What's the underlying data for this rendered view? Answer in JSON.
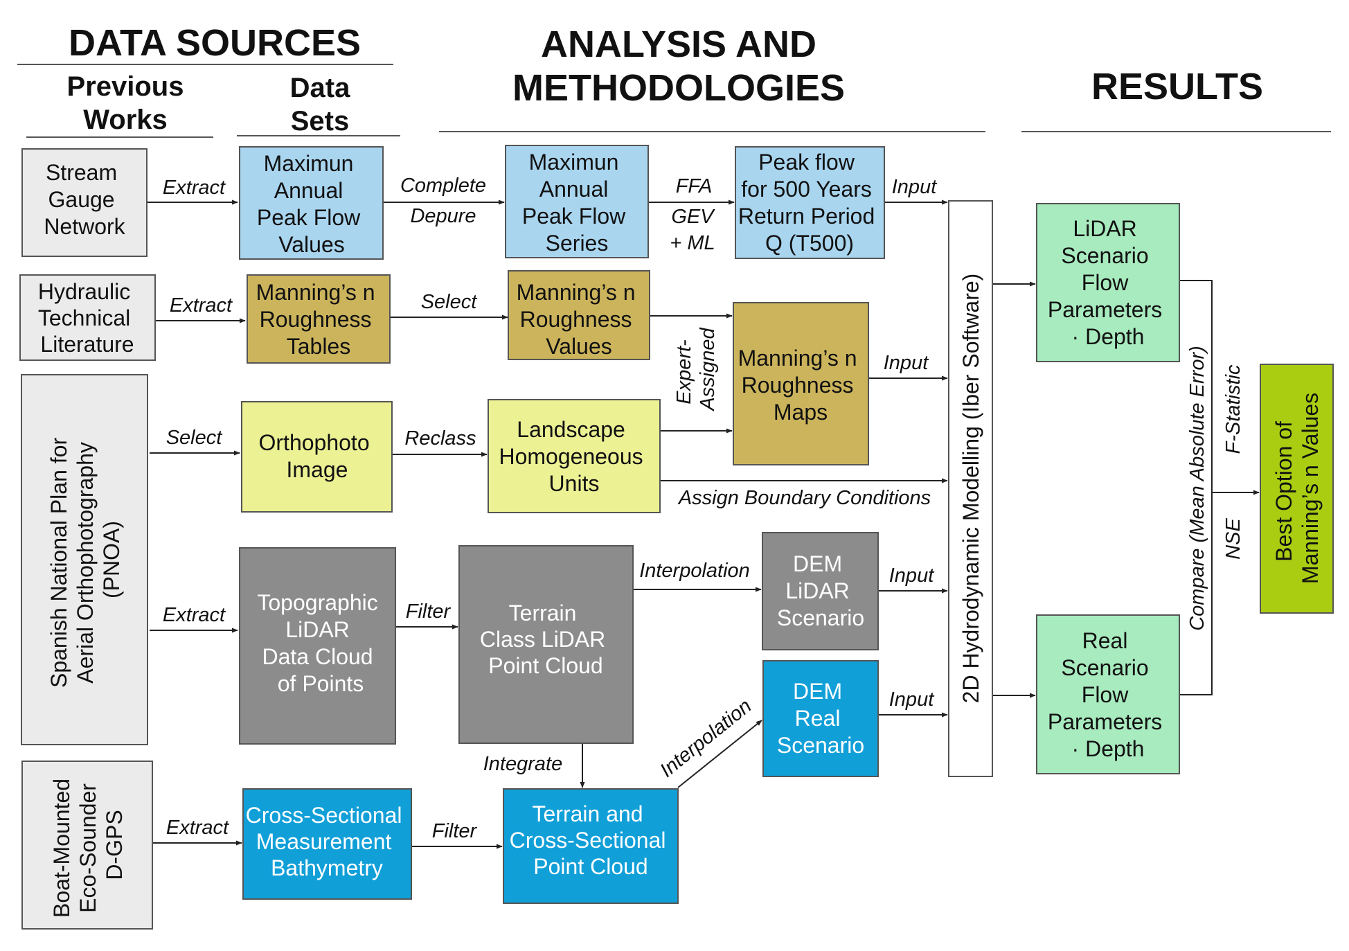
{
  "headers": {
    "data_sources": "DATA SOURCES",
    "previous_works": [
      "Previous",
      "Works"
    ],
    "data_sets": [
      "Data",
      "Sets"
    ],
    "analysis": [
      "ANALYSIS AND",
      "METHODOLOGIES"
    ],
    "results": "RESULTS"
  },
  "colors": {
    "gray_light": "#ebebeb",
    "blue_light": "#a9d5ef",
    "tan": "#ccb45c",
    "yellow": "#ecf194",
    "gray_dark": "#8c8c8c",
    "blue": "#119fd8",
    "green_light": "#a8ebbf",
    "lime": "#aacd12"
  },
  "boxes": {
    "stream_gauge": [
      "Stream",
      "Gauge",
      "Network"
    ],
    "hydraulic_lit": [
      "Hydraulic",
      "Technical",
      "Literature"
    ],
    "pnoa": [
      "Spanish National Plan for",
      "Aerial Orthophotography",
      "(PNOA)"
    ],
    "boat": [
      "Boat-Mounted",
      "Eco-Sounder",
      "D-GPS"
    ],
    "max_values": [
      "Maximun",
      "Annual",
      "Peak Flow",
      "Values"
    ],
    "manning_tables": [
      "Manning’s n",
      "Roughness",
      "Tables"
    ],
    "orthophoto": [
      "Orthophoto",
      "Image"
    ],
    "lidar_cloud": [
      "Topographic",
      "LiDAR",
      "Data Cloud",
      "of Points"
    ],
    "bathymetry": [
      "Cross-Sectional",
      "Measurement",
      "Bathymetry"
    ],
    "max_series": [
      "Maximun",
      "Annual",
      "Peak Flow",
      "Series"
    ],
    "peak_flow": [
      "Peak flow",
      "for 500 Years",
      "Return Period",
      "Q (T500)"
    ],
    "manning_values": [
      "Manning’s n",
      "Roughness",
      "Values"
    ],
    "manning_maps": [
      "Manning’s n",
      "Roughness",
      "Maps"
    ],
    "landscape": [
      "Landscape",
      "Homogeneous",
      "Units"
    ],
    "terrain_lidar": [
      "Terrain",
      "Class LiDAR",
      "Point Cloud"
    ],
    "dem_lidar": [
      "DEM",
      "LiDAR",
      "Scenario"
    ],
    "dem_real": [
      "DEM",
      "Real",
      "Scenario"
    ],
    "terrain_cross": [
      "Terrain and",
      "Cross-Sectional",
      "Point Cloud"
    ],
    "hydro_model": [
      "2D Hydrodynamic Modelling (Iber Software)"
    ],
    "lidar_result": [
      "LiDAR",
      "Scenario",
      "Flow",
      "Parameters",
      "· Depth"
    ],
    "real_result": [
      "Real",
      "Scenario",
      "Flow",
      "Parameters",
      "· Depth"
    ],
    "best_option": [
      "Best Option of",
      "Manning’s n Values"
    ]
  },
  "labels": {
    "extract_1": "Extract",
    "extract_2": "Extract",
    "select_1": "Select",
    "extract_3": "Extract",
    "extract_4": "Extract",
    "complete": "Complete",
    "depure": "Depure",
    "select_2": "Select",
    "reclass": "Reclass",
    "filter_1": "Filter",
    "filter_2": "Filter",
    "ffa": "FFA",
    "gev": "GEV",
    "ml": "+ ML",
    "expert": [
      "Expert-",
      "Assigned"
    ],
    "assign_bc": "Assign Boundary Conditions",
    "interpolation_1": "Interpolation",
    "interpolation_2": "Interpolation",
    "integrate": "Integrate",
    "input_1": "Input",
    "input_2": "Input",
    "input_3": "Input",
    "input_4": "Input",
    "compare": "Compare (Mean Absolute Error)",
    "f_statistic": "F-Statistic",
    "nse": "NSE"
  }
}
